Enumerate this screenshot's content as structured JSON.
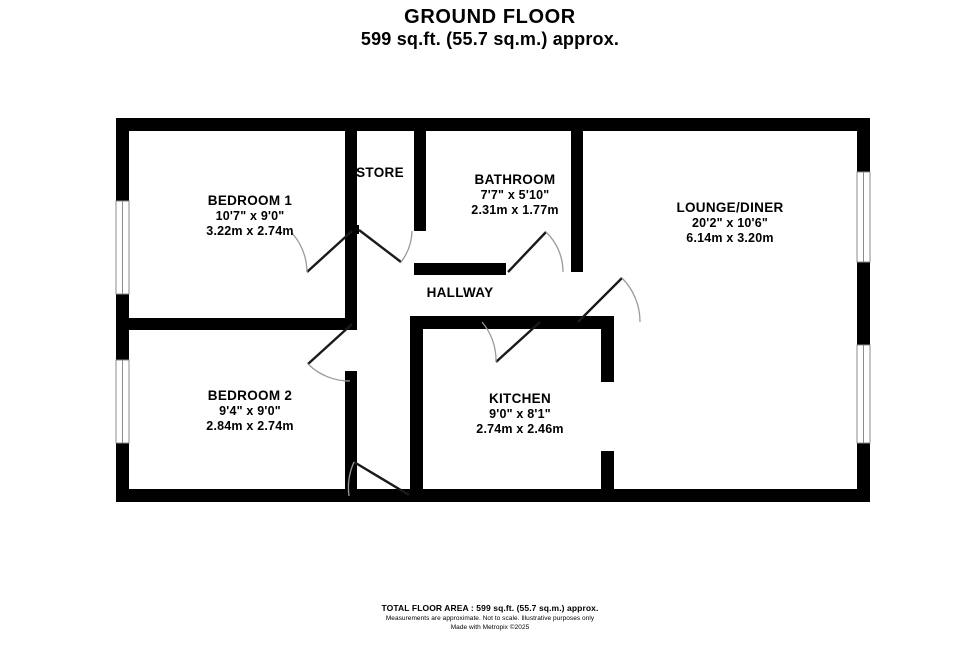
{
  "title": {
    "heading": "GROUND FLOOR",
    "area": "599 sq.ft. (55.7 sq.m.) approx."
  },
  "footer": {
    "total_area": "TOTAL FLOOR AREA : 599 sq.ft. (55.7 sq.m.) approx.",
    "disclaimer": "Measurements are approximate.  Not to scale.  Illustrative purposes only",
    "credit": "Made with Metropix ©2025"
  },
  "rooms": [
    {
      "key": "bedroom1",
      "name": "BEDROOM 1",
      "dim_imperial": "10'7\"  x 9'0\"",
      "dim_metric": "3.22m  x 2.74m"
    },
    {
      "key": "bedroom2",
      "name": "BEDROOM 2",
      "dim_imperial": "9'4\"  x 9'0\"",
      "dim_metric": "2.84m  x 2.74m"
    },
    {
      "key": "store",
      "name": "STORE",
      "dim_imperial": "",
      "dim_metric": ""
    },
    {
      "key": "bathroom",
      "name": "BATHROOM",
      "dim_imperial": "7'7\"  x 5'10\"",
      "dim_metric": "2.31m  x 1.77m"
    },
    {
      "key": "lounge",
      "name": "LOUNGE/DINER",
      "dim_imperial": "20'2\"  x 10'6\"",
      "dim_metric": "6.14m  x 3.20m"
    },
    {
      "key": "kitchen",
      "name": "KITCHEN",
      "dim_imperial": "9'0\"  x 8'1\"",
      "dim_metric": "2.74m  x 2.46m"
    },
    {
      "key": "hallway",
      "name": "HALLWAY",
      "dim_imperial": "",
      "dim_metric": ""
    }
  ],
  "colors": {
    "wall": "#000000",
    "background": "#ffffff",
    "door_swing": "#9a9a9a",
    "door_leaf": "#000000",
    "window_frame": "#8c8c8c"
  }
}
